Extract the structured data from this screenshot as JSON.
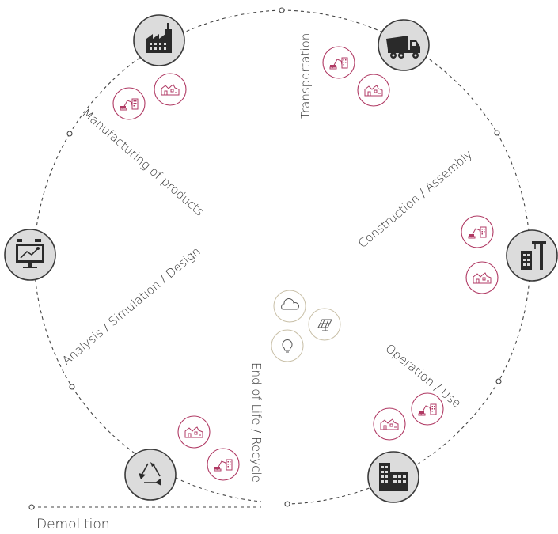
{
  "labels": {
    "manufacturing": "Manufacturing of products",
    "transportation": "Transportation",
    "construction": "Construction / Assembly",
    "operation": "Operation / Use",
    "end_of_life": "End of Life / Recycle",
    "analysis": "Analysis / Simulation / Design",
    "demolition": "Demolition"
  },
  "icons": {
    "manufacturing": "factory-icon",
    "transportation": "dump-truck-icon",
    "construction": "crane-building-icon",
    "operation": "office-building-icon",
    "end_of_life": "recycle-icon",
    "analysis": "computer-design-icon",
    "center": [
      "cloud-icon",
      "solar-panel-icon",
      "lightbulb-icon"
    ],
    "impact": [
      "excavator-site-icon",
      "demolished-building-icon"
    ]
  },
  "colors": {
    "impact_accent": "#b03a64",
    "stage_fill": "#dcdcdc",
    "line": "#444444",
    "center_ring": "#c9c0a8"
  }
}
